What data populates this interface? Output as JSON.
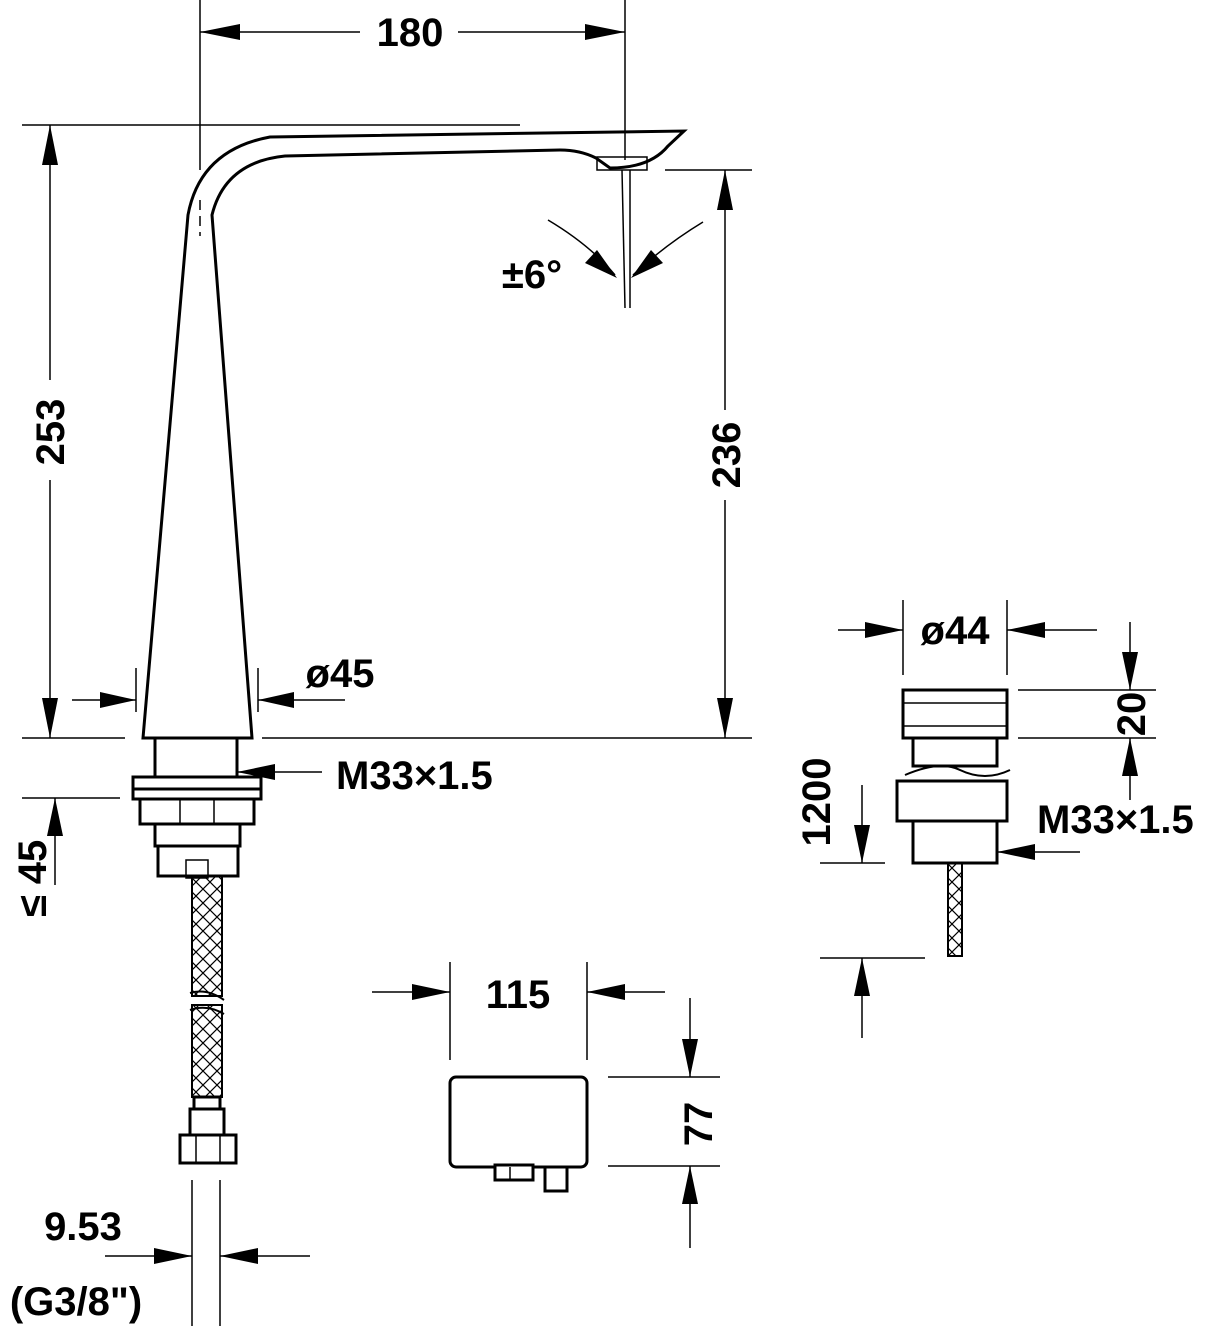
{
  "dimensions": {
    "spout_reach": "180",
    "total_height": "253",
    "outlet_height": "236",
    "swivel_angle": "±6°",
    "base_diameter": "ø45",
    "thread_main": "M33×1.5",
    "mount_thickness": "45",
    "mount_thickness_symbol": "≤",
    "hose_diameter": "9.53",
    "hose_connection": "(G3/8\")",
    "box_width": "115",
    "box_height": "77",
    "sensor_diameter": "ø44",
    "sensor_height": "20",
    "sensor_thread": "M33×1.5",
    "cable_length": "1200"
  },
  "colors": {
    "line": "#000000",
    "background": "#ffffff"
  }
}
